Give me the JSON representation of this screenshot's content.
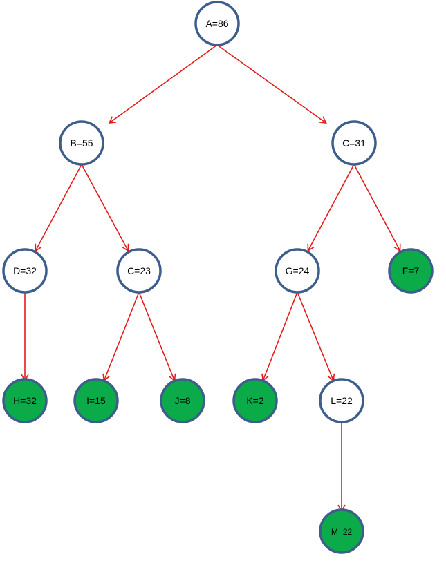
{
  "colors": {
    "edge": "#e31b1b",
    "node_border": "#3d5d8c",
    "internal_fill": "#ffffff",
    "leaf_fill": "#0aab48",
    "text": "#000000"
  },
  "nodes": [
    {
      "id": "A",
      "label": "A=86",
      "leaf": false
    },
    {
      "id": "B",
      "label": "B=55",
      "leaf": false
    },
    {
      "id": "C1",
      "label": "C=31",
      "leaf": false
    },
    {
      "id": "D",
      "label": "D=32",
      "leaf": false
    },
    {
      "id": "C2",
      "label": "C=23",
      "leaf": false
    },
    {
      "id": "G",
      "label": "G=24",
      "leaf": false
    },
    {
      "id": "F",
      "label": "F=7",
      "leaf": true
    },
    {
      "id": "H",
      "label": "H=32",
      "leaf": true
    },
    {
      "id": "I",
      "label": "I=15",
      "leaf": true
    },
    {
      "id": "J",
      "label": "J=8",
      "leaf": true
    },
    {
      "id": "K",
      "label": "K=2",
      "leaf": true
    },
    {
      "id": "L",
      "label": "L=22",
      "leaf": false
    },
    {
      "id": "M",
      "label": "M=22",
      "leaf": true
    }
  ],
  "edges": [
    {
      "from": "A",
      "to": "B"
    },
    {
      "from": "A",
      "to": "C1"
    },
    {
      "from": "B",
      "to": "D"
    },
    {
      "from": "B",
      "to": "C2"
    },
    {
      "from": "C1",
      "to": "G"
    },
    {
      "from": "C1",
      "to": "F"
    },
    {
      "from": "D",
      "to": "H"
    },
    {
      "from": "C2",
      "to": "I"
    },
    {
      "from": "C2",
      "to": "J"
    },
    {
      "from": "G",
      "to": "K"
    },
    {
      "from": "G",
      "to": "L"
    },
    {
      "from": "L",
      "to": "M"
    }
  ]
}
